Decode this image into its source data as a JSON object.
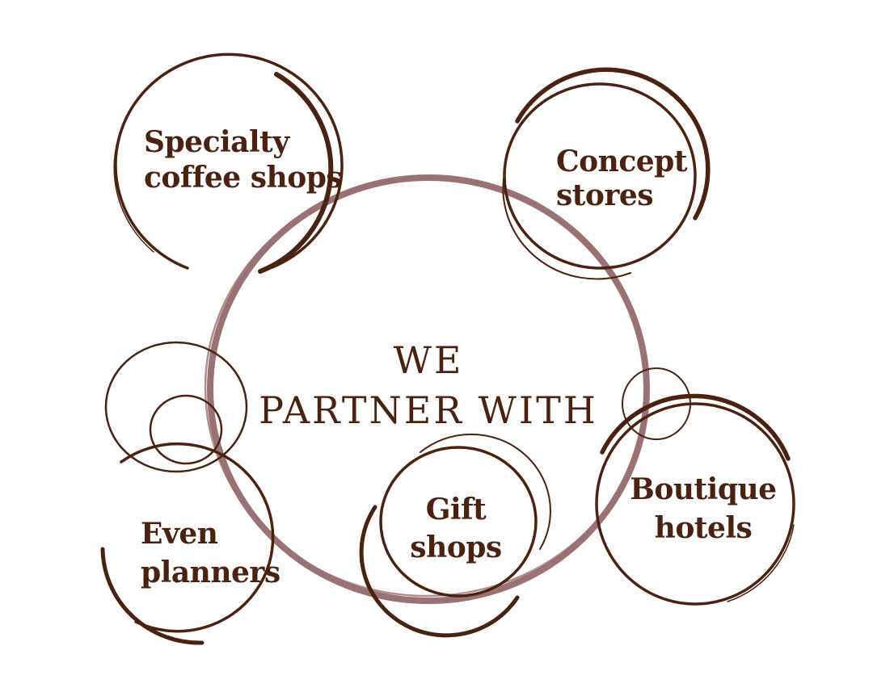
{
  "center": {
    "line1": "WE",
    "line2": "PARTNER WITH"
  },
  "partners": [
    {
      "line1": "Specialty",
      "line2": "coffee shops"
    },
    {
      "line1": "Concept",
      "line2": "stores"
    },
    {
      "line1": "Even",
      "line2": "planners"
    },
    {
      "line1": "Gift",
      "line2": "shops"
    },
    {
      "line1": "Boutique",
      "line2": "hotels"
    }
  ],
  "colors": {
    "ink": "#4a2211",
    "center_ring": "#9b7273",
    "background": "#ffffff"
  }
}
